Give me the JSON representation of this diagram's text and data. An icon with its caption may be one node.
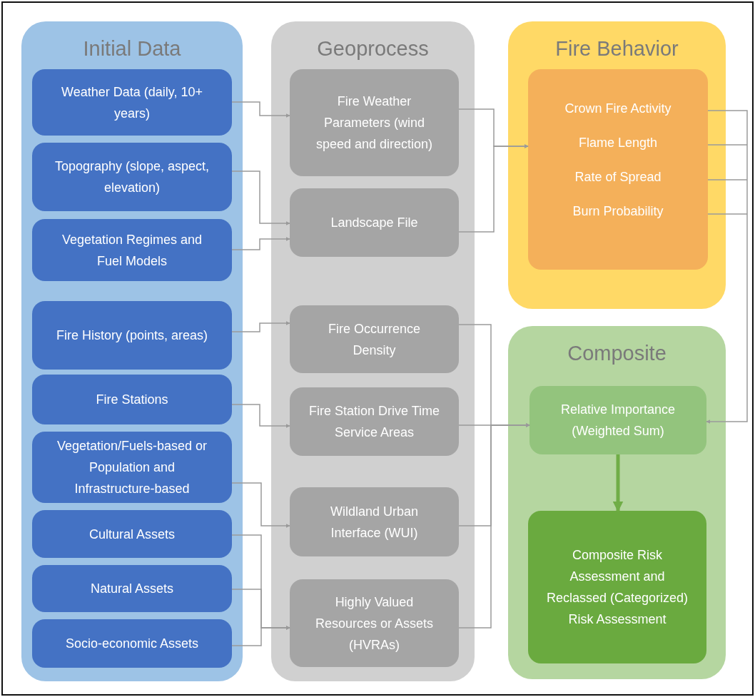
{
  "diagram": {
    "nodes": [
      {
        "text": [
          "Initial Data"
        ]
      },
      {
        "text": [
          "Weather Data (daily, 10+ years)"
        ],
        "in": 0
      },
      {
        "text": [
          "Topography (slope, aspect, elevation)"
        ],
        "in": 0
      },
      {
        "text": [
          "Vegetation Regimes and Fuel Models"
        ],
        "in": 0
      },
      {
        "text": [
          "Fire History (points, areas)"
        ],
        "in": 0
      },
      {
        "text": [
          "Fire Stations"
        ],
        "in": 0
      },
      {
        "text": [
          "Vegetation/Fuels-based or Population and Infrastructure-based"
        ],
        "in": 0
      },
      {
        "text": [
          "Cultural Assets"
        ],
        "in": 0
      },
      {
        "text": [
          "Natural Assets"
        ],
        "in": 0
      },
      {
        "text": [
          "Socio-economic Assets"
        ],
        "in": 0
      },
      {
        "text": [
          "Geoprocess"
        ]
      },
      {
        "text": [
          "Fire Weather Parameters (wind speed and direction)"
        ],
        "in": 10
      },
      {
        "text": [
          "Landscape File"
        ],
        "in": 10
      },
      {
        "text": [
          "Fire Occurrence Density"
        ],
        "in": 10
      },
      {
        "text": [
          "Fire Station Drive Time Service Areas"
        ],
        "in": 10
      },
      {
        "text": [
          "Wildland Urban Interface (WUI)"
        ],
        "in": 10
      },
      {
        "text": [
          "Highly Valued Resources or Assets (HVRAs)"
        ],
        "in": 10
      },
      {
        "text": [
          "Fire Behavior"
        ]
      },
      {
        "text": [
          "Crown Fire Activity",
          "Flame Length",
          "Rate of Spread",
          "Burn Probability"
        ],
        "in": 17
      },
      {
        "text": [
          "Composite"
        ]
      },
      {
        "text": [
          "Relative Importance (Weighted Sum)"
        ],
        "in": 19
      },
      {
        "text": [
          "Composite Risk Assessment and Reclassed (Categorized) Risk Assessment"
        ],
        "in": 19
      }
    ],
    "edges": [
      {
        "from": 1,
        "to": 11,
        "arrow": "to"
      },
      {
        "from": 2,
        "to": 12,
        "arrow": "to"
      },
      {
        "from": 3,
        "to": 12,
        "arrow": "to"
      },
      {
        "from": 4,
        "to": 13,
        "arrow": "to"
      },
      {
        "from": 5,
        "to": 14,
        "arrow": "to"
      },
      {
        "from": 6,
        "to": 15,
        "arrow": "to"
      },
      {
        "from": 7,
        "to": 16,
        "arrow": "to"
      },
      {
        "from": 8,
        "to": 16,
        "arrow": "to"
      },
      {
        "from": 9,
        "to": 16,
        "arrow": "to"
      },
      {
        "from": 11,
        "to": 18,
        "arrow": "to"
      },
      {
        "from": 12,
        "to": 18,
        "arrow": "to"
      },
      {
        "from": 13,
        "to": 20,
        "arrow": "to"
      },
      {
        "from": 14,
        "to": 20,
        "arrow": "to"
      },
      {
        "from": 15,
        "to": 20,
        "arrow": "to"
      },
      {
        "from": 16,
        "to": 20,
        "arrow": "to"
      },
      {
        "from": 18,
        "to": 20,
        "arrow": "to"
      },
      {
        "from": 20,
        "to": 21,
        "arrow": "to",
        "style": "thick",
        "color": "#70ad47"
      }
    ]
  }
}
